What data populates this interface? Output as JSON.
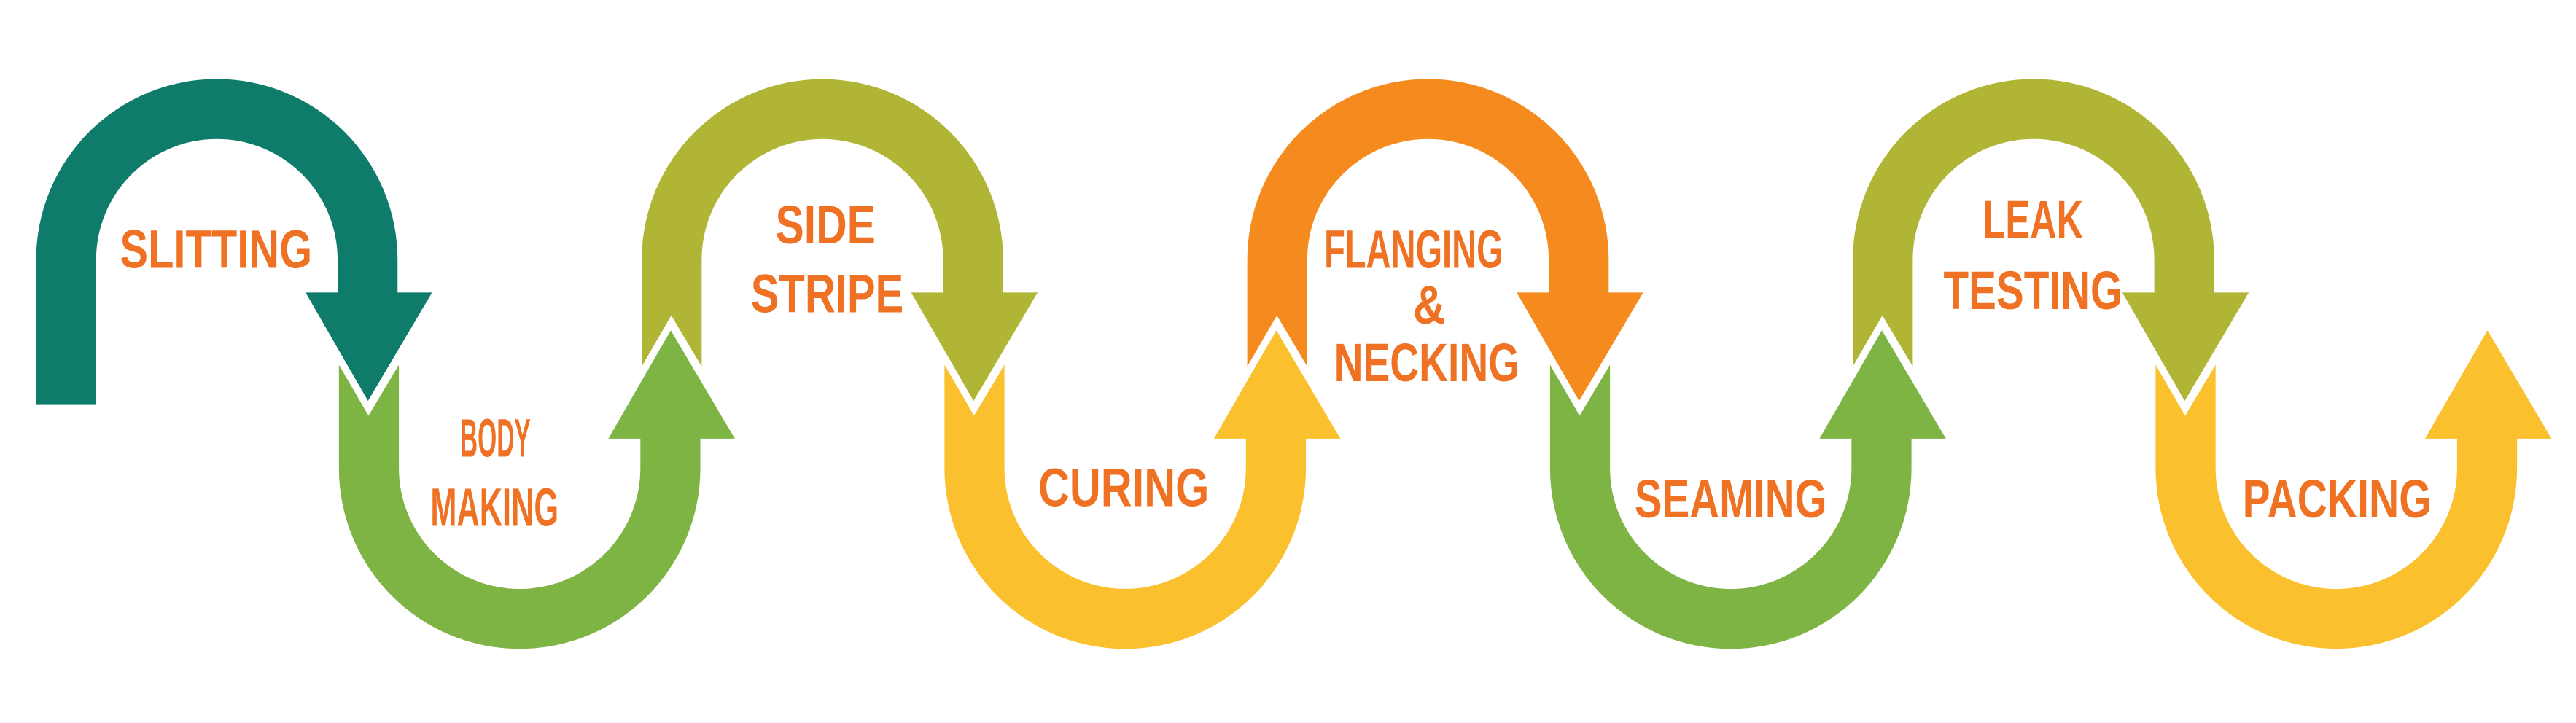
{
  "title_colors": {
    "label": "#EF7124",
    "gap": "#FFFFFF"
  },
  "steps": [
    {
      "lines": [
        "SLITTING"
      ],
      "color": "#0E7B6B",
      "position": "top"
    },
    {
      "lines": [
        "BODY",
        "MAKING"
      ],
      "color": "#7DB443",
      "position": "bottom"
    },
    {
      "lines": [
        "SIDE",
        "STRIPE"
      ],
      "color": "#B1B536",
      "position": "top"
    },
    {
      "lines": [
        "CURING"
      ],
      "color": "#FBC02D",
      "position": "bottom"
    },
    {
      "lines": [
        "FLANGING",
        "&",
        "NECKING"
      ],
      "color": "#F58B1F",
      "position": "top"
    },
    {
      "lines": [
        "SEAMING"
      ],
      "color": "#7DB443",
      "position": "bottom"
    },
    {
      "lines": [
        "LEAK",
        "TESTING"
      ],
      "color": "#B1B536",
      "position": "top"
    },
    {
      "lines": [
        "PACKING"
      ],
      "color": "#FBC02D",
      "position": "bottom"
    }
  ]
}
